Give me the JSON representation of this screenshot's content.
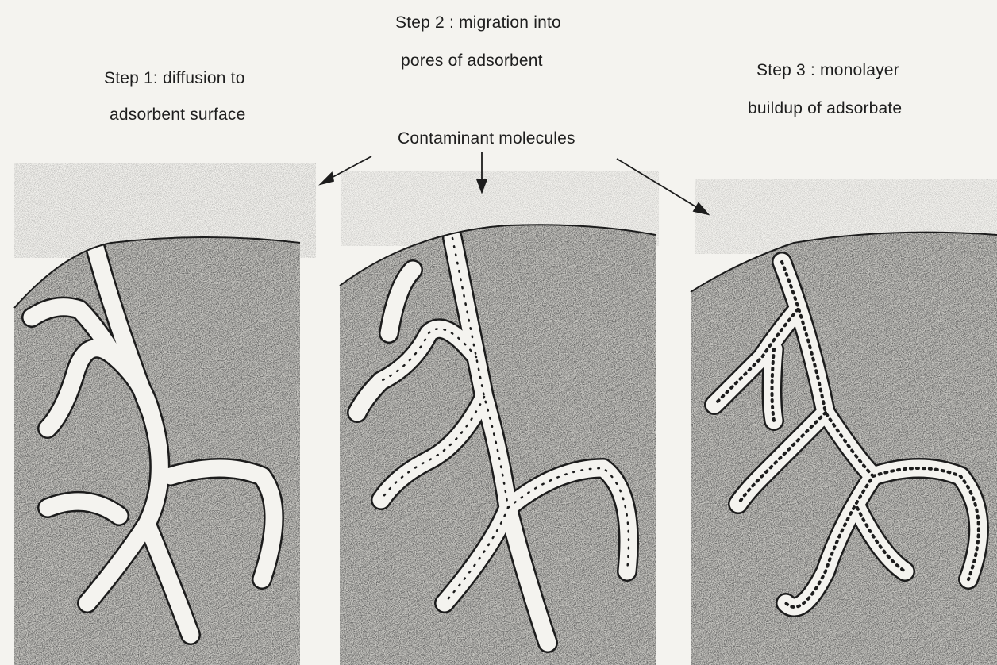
{
  "labels": {
    "step1_line1": "Step 1: diffusion to",
    "step1_line2": "adsorbent surface",
    "step2_line1": "Step 2 : migration into",
    "step2_line2": "pores of adsorbent",
    "step3_line1": "Step 3 :  monolayer",
    "step3_line2": "buildup  of adsorbate",
    "molecules": "Contaminant molecules"
  },
  "colors": {
    "background": "#f4f3ef",
    "ink": "#1e1e1e",
    "pore": "#f4f3ef"
  }
}
